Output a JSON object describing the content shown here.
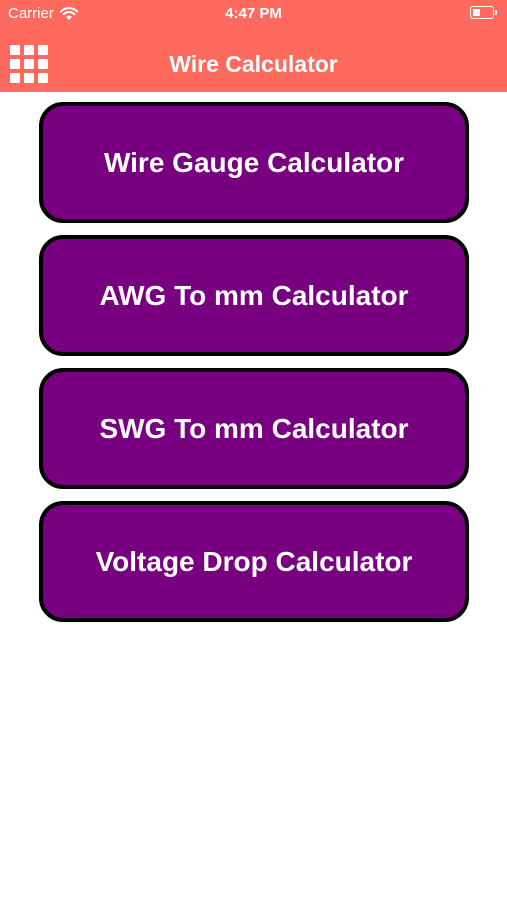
{
  "status_bar": {
    "carrier": "Carrier",
    "time": "4:47 PM",
    "icons": [
      "wifi-icon",
      "battery-icon"
    ]
  },
  "header": {
    "title": "Wire Calculator",
    "menu_icon": "grid-icon",
    "background_color": "#fe6b5e"
  },
  "menu": {
    "button_color": "#780080",
    "items": [
      {
        "label": "Wire Gauge Calculator"
      },
      {
        "label": "AWG To mm Calculator"
      },
      {
        "label": "SWG To mm Calculator"
      },
      {
        "label": "Voltage Drop Calculator"
      }
    ]
  }
}
